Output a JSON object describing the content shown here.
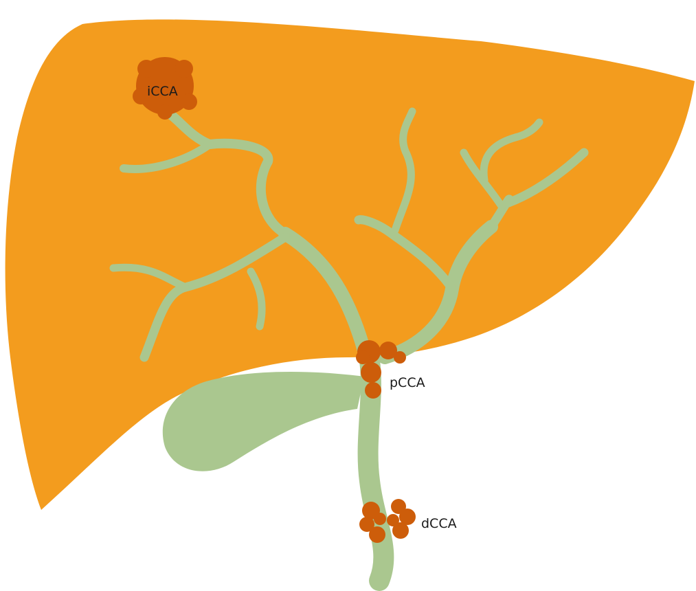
{
  "colors": {
    "liver": "#f39c1e",
    "bile_duct": "#aac78f",
    "tumor": "#cd5d0a",
    "label_text": "#1a1a1a",
    "background": "#ffffff"
  },
  "labels": {
    "intrahepatic": "iCCA",
    "perihilar": "pCCA",
    "distal": "dCCA"
  }
}
